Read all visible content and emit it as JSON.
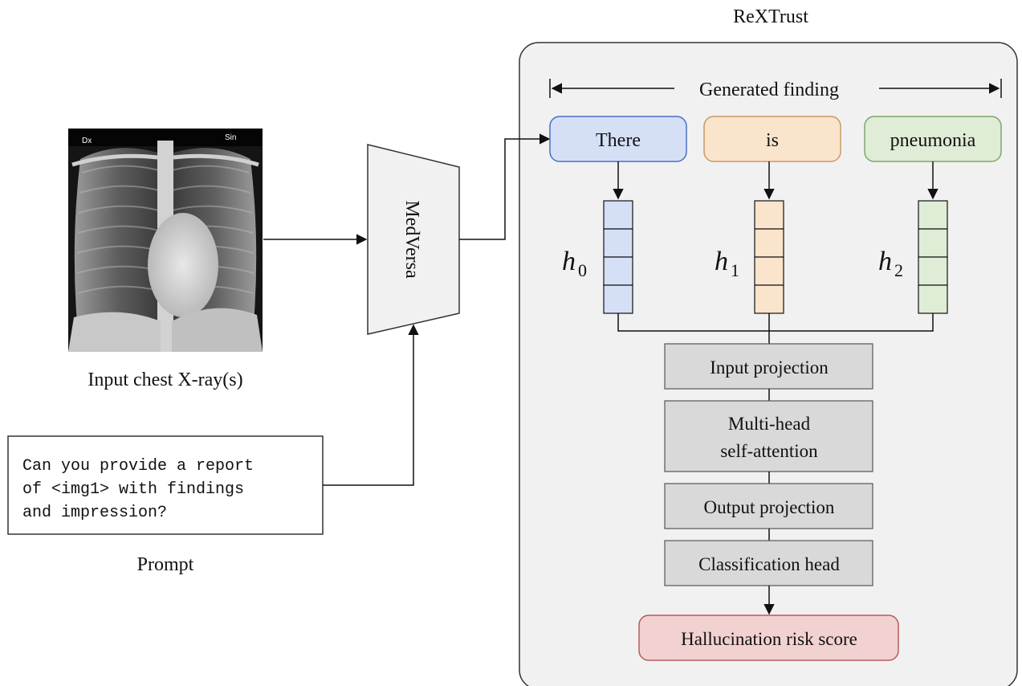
{
  "title": "ReXTrust",
  "xray": {
    "caption": "Input chest X-ray(s)",
    "left_marker": "Dx",
    "right_marker": "Sin"
  },
  "model": {
    "label": "MedVersa"
  },
  "prompt": {
    "lines": [
      "Can you provide a report",
      "of <img1> with findings",
      "and impression?"
    ],
    "caption": "Prompt"
  },
  "finding": {
    "label": "Generated finding",
    "tokens": [
      {
        "text": "There",
        "hidden_base": "h",
        "hidden_sub": "0",
        "fill": "#d5e0f7",
        "stroke": "#4a6fc4"
      },
      {
        "text": "is",
        "hidden_base": "h",
        "hidden_sub": "1",
        "fill": "#fbe4cc",
        "stroke": "#c99a66"
      },
      {
        "text": "pneumonia",
        "hidden_base": "h",
        "hidden_sub": "2",
        "fill": "#dfecd6",
        "stroke": "#7fa66a"
      }
    ]
  },
  "pipeline": {
    "input_projection": "Input projection",
    "attention_line1": "Multi-head",
    "attention_line2": "self-attention",
    "output_projection": "Output projection",
    "classification_head": "Classification head",
    "output": "Hallucination risk score"
  },
  "colors": {
    "panel_fill": "#f1f1f1",
    "block_fill": "#d9d9d9",
    "output_fill": "#f2d1d1",
    "output_stroke": "#b45c5c"
  }
}
